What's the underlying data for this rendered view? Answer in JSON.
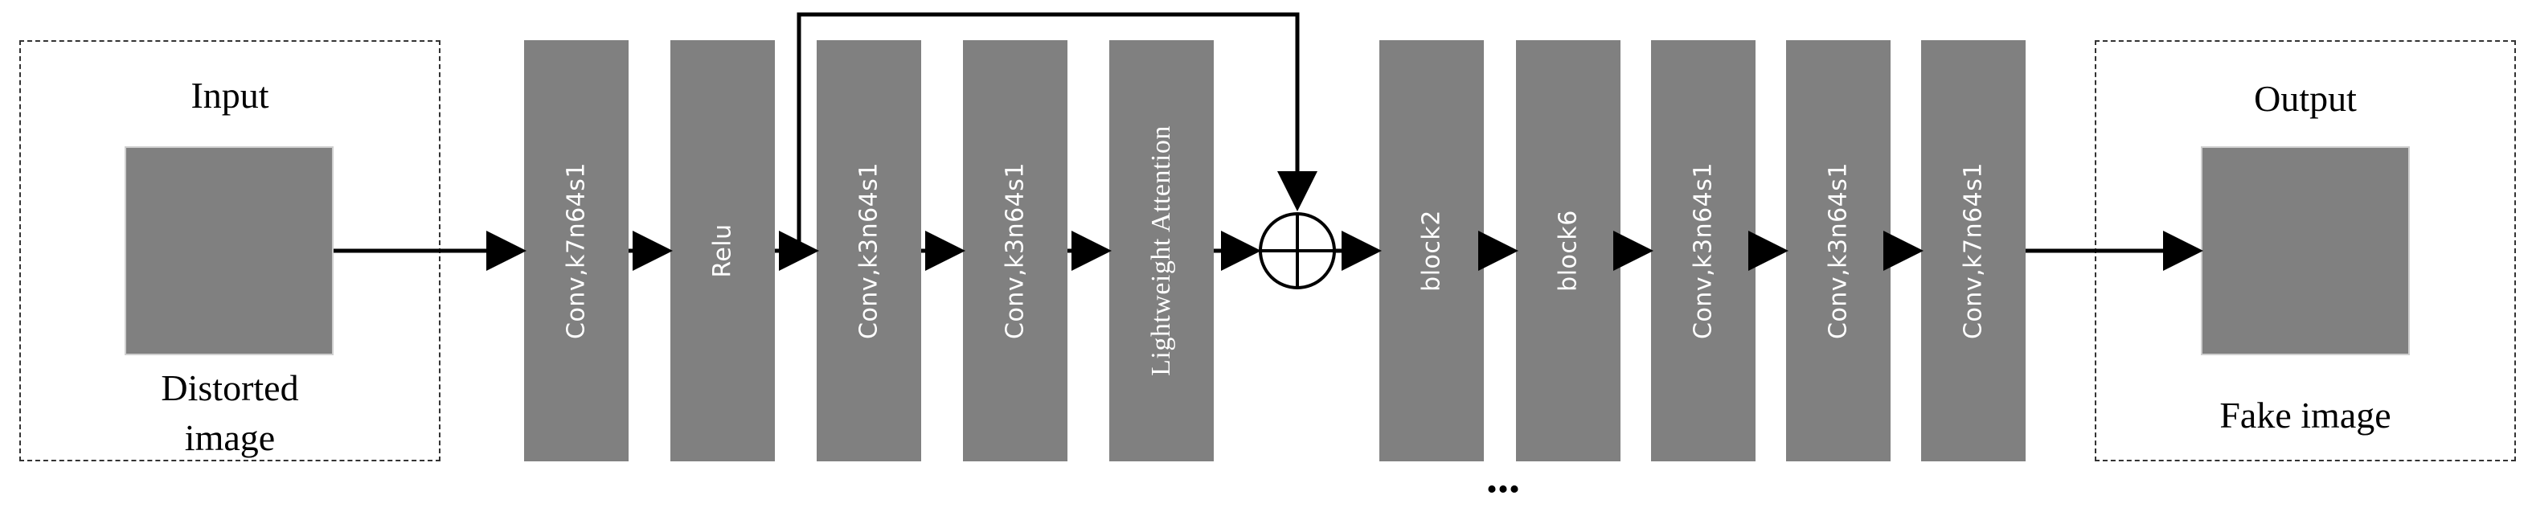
{
  "input": {
    "title": "Input",
    "caption_line1": "Distorted",
    "caption_line2": "image"
  },
  "output": {
    "title": "Output",
    "caption": "Fake image"
  },
  "blocks": [
    {
      "label": "Conv,k7n64s1"
    },
    {
      "label": "Relu"
    },
    {
      "label": "Conv,k3n64s1"
    },
    {
      "label": "Conv,k3n64s1"
    },
    {
      "label": "Lightweight  Attention"
    },
    {
      "label": "block2"
    },
    {
      "label": "block6"
    },
    {
      "label": "Conv,k3n64s1"
    },
    {
      "label": "Conv,k3n64s1"
    },
    {
      "label": "Conv,k7n64s1"
    }
  ],
  "ellipsis": "...",
  "colors": {
    "block_fill": "#808080",
    "arrow": "#000000",
    "border": "#333333"
  },
  "icons": {
    "sum_node": "circle-plus-icon"
  }
}
